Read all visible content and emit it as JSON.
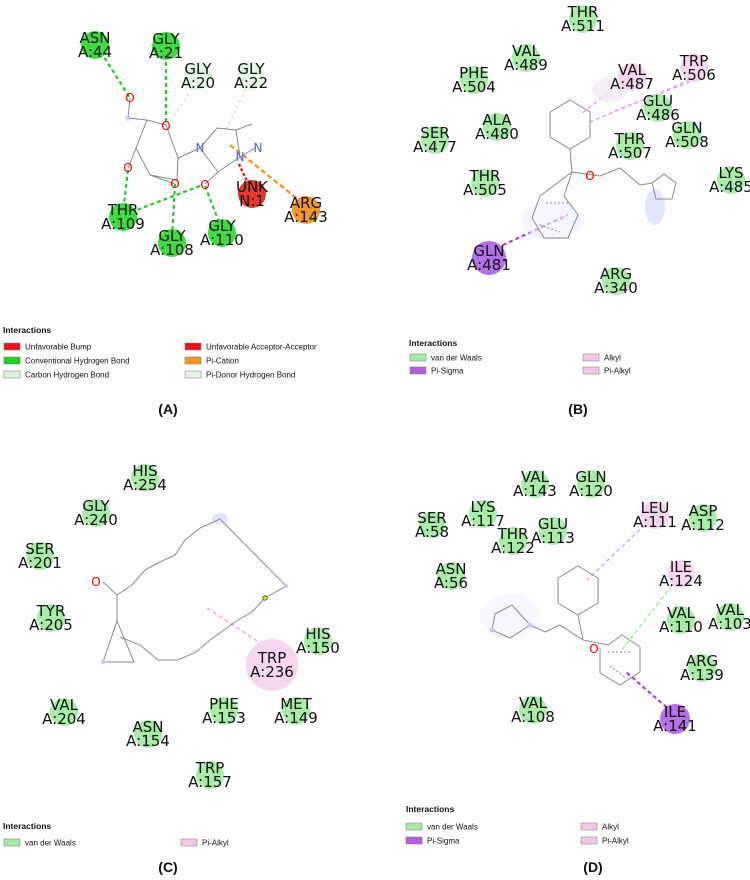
{
  "panels": [
    {
      "tag": "(A)",
      "atoms": {
        "o1": "O",
        "o2": "O",
        "o3": "O",
        "o4": "O",
        "o5": "O",
        "n1": "N",
        "n2": "N",
        "n3": "N"
      },
      "residues": [
        {
          "name": "ASN",
          "id": "A:44",
          "type": "Conventional Hydrogen Bond"
        },
        {
          "name": "GLY",
          "id": "A:21",
          "type": "Conventional Hydrogen Bond"
        },
        {
          "name": "GLY",
          "id": "A:20",
          "type": "Carbon Hydrogen Bond"
        },
        {
          "name": "GLY",
          "id": "A:22",
          "type": "Pi-Donor Hydrogen Bond"
        },
        {
          "name": "UNK",
          "id": "N:1",
          "type": "Unfavorable Acceptor-Acceptor"
        },
        {
          "name": "ARG",
          "id": "A:143",
          "type": "Pi-Cation"
        },
        {
          "name": "THR",
          "id": "A:109",
          "type": "Conventional Hydrogen Bond"
        },
        {
          "name": "GLY",
          "id": "A:108",
          "type": "Conventional Hydrogen Bond"
        },
        {
          "name": "GLY",
          "id": "A:110",
          "type": "Conventional Hydrogen Bond"
        }
      ],
      "legend": {
        "title": "Interactions",
        "items": [
          {
            "label": "Unfavorable Bump",
            "color": "#e8141c"
          },
          {
            "label": "Unfavorable Acceptor-Acceptor",
            "color": "#e8141c"
          },
          {
            "label": "Conventional Hydrogen Bond",
            "color": "#1fd41f"
          },
          {
            "label": "Pi-Cation",
            "color": "#f2961e"
          },
          {
            "label": "Carbon Hydrogen Bond",
            "color": "#d8f5d8"
          },
          {
            "label": "Pi-Donor Hydrogen Bond",
            "color": "#e2f7e2"
          }
        ]
      }
    },
    {
      "tag": "(B)",
      "atoms": {
        "o1": "O"
      },
      "residues": [
        {
          "name": "THR",
          "id": "A:511",
          "type": "van der Waals"
        },
        {
          "name": "VAL",
          "id": "A:489",
          "type": "van der Waals"
        },
        {
          "name": "VAL",
          "id": "A:487",
          "type": "Alkyl"
        },
        {
          "name": "TRP",
          "id": "A:506",
          "type": "Pi-Alkyl"
        },
        {
          "name": "PHE",
          "id": "A:504",
          "type": "van der Waals"
        },
        {
          "name": "GLU",
          "id": "A:486",
          "type": "van der Waals"
        },
        {
          "name": "ALA",
          "id": "A:480",
          "type": "van der Waals"
        },
        {
          "name": "SER",
          "id": "A:477",
          "type": "van der Waals"
        },
        {
          "name": "GLN",
          "id": "A:508",
          "type": "van der Waals"
        },
        {
          "name": "THR",
          "id": "A:507",
          "type": "van der Waals"
        },
        {
          "name": "LYS",
          "id": "A:485",
          "type": "van der Waals"
        },
        {
          "name": "THR",
          "id": "A:505",
          "type": "van der Waals"
        },
        {
          "name": "GLN",
          "id": "A:481",
          "type": "Pi-Sigma"
        },
        {
          "name": "ARG",
          "id": "A:340",
          "type": "van der Waals"
        }
      ],
      "legend": {
        "title": "Interactions",
        "items": [
          {
            "label": "van der Waals",
            "color": "#a6eba6"
          },
          {
            "label": "Alkyl",
            "color": "#f5c6ec"
          },
          {
            "label": "Pi-Sigma",
            "color": "#b65ee0"
          },
          {
            "label": "Pi-Alkyl",
            "color": "#f5c6ec"
          }
        ]
      }
    },
    {
      "tag": "(C)",
      "atoms": {
        "o1": "O"
      },
      "residues": [
        {
          "name": "HIS",
          "id": "A:254",
          "type": "van der Waals"
        },
        {
          "name": "GLY",
          "id": "A:240",
          "type": "van der Waals"
        },
        {
          "name": "SER",
          "id": "A:201",
          "type": "van der Waals"
        },
        {
          "name": "TYR",
          "id": "A:205",
          "type": "van der Waals"
        },
        {
          "name": "HIS",
          "id": "A:150",
          "type": "van der Waals"
        },
        {
          "name": "TRP",
          "id": "A:236",
          "type": "Pi-Alkyl"
        },
        {
          "name": "VAL",
          "id": "A:204",
          "type": "van der Waals"
        },
        {
          "name": "PHE",
          "id": "A:153",
          "type": "van der Waals"
        },
        {
          "name": "MET",
          "id": "A:149",
          "type": "van der Waals"
        },
        {
          "name": "ASN",
          "id": "A:154",
          "type": "van der Waals"
        },
        {
          "name": "TRP",
          "id": "A:157",
          "type": "van der Waals"
        }
      ],
      "legend": {
        "title": "Interactions",
        "items": [
          {
            "label": "van der Waals",
            "color": "#a6eba6"
          },
          {
            "label": "Pi-Alkyl",
            "color": "#f5c6ec"
          }
        ]
      }
    },
    {
      "tag": "(D)",
      "atoms": {
        "o1": "O"
      },
      "residues": [
        {
          "name": "VAL",
          "id": "A:143",
          "type": "van der Waals"
        },
        {
          "name": "GLN",
          "id": "A:120",
          "type": "van der Waals"
        },
        {
          "name": "SER",
          "id": "A:58",
          "type": "van der Waals"
        },
        {
          "name": "LYS",
          "id": "A:117",
          "type": "van der Waals"
        },
        {
          "name": "THR",
          "id": "A:122",
          "type": "van der Waals"
        },
        {
          "name": "GLU",
          "id": "A:113",
          "type": "van der Waals"
        },
        {
          "name": "LEU",
          "id": "A:111",
          "type": "Alkyl"
        },
        {
          "name": "ASP",
          "id": "A:112",
          "type": "van der Waals"
        },
        {
          "name": "ASN",
          "id": "A:56",
          "type": "van der Waals"
        },
        {
          "name": "ILE",
          "id": "A:124",
          "type": "Pi-Alkyl"
        },
        {
          "name": "VAL",
          "id": "A:110",
          "type": "van der Waals"
        },
        {
          "name": "VAL",
          "id": "A:103",
          "type": "van der Waals"
        },
        {
          "name": "ARG",
          "id": "A:139",
          "type": "van der Waals"
        },
        {
          "name": "VAL",
          "id": "A:108",
          "type": "van der Waals"
        },
        {
          "name": "ILE",
          "id": "A:141",
          "type": "Pi-Sigma"
        }
      ],
      "legend": {
        "title": "Interactions",
        "items": [
          {
            "label": "van der Waals",
            "color": "#a6eba6"
          },
          {
            "label": "Alkyl",
            "color": "#f5c6ec"
          },
          {
            "label": "Pi-Sigma",
            "color": "#b65ee0"
          },
          {
            "label": "Pi-Alkyl",
            "color": "#f5c6ec"
          }
        ]
      }
    }
  ],
  "type_styles": {
    "van der Waals": {
      "fill": "#a8eca8",
      "line": "#a8eca8"
    },
    "Conventional Hydrogen Bond": {
      "fill": "#3fdc3f",
      "line": "#22cc22"
    },
    "Carbon Hydrogen Bond": {
      "fill": "#e0f6e0",
      "line": "#cdeccd"
    },
    "Pi-Donor Hydrogen Bond": {
      "fill": "#e4f7e4",
      "line": "#cdeccd"
    },
    "Unfavorable Acceptor-Acceptor": {
      "fill": "#e23b2e",
      "line": "#e8141c"
    },
    "Pi-Cation": {
      "fill": "#f0982a",
      "line": "#f2961e"
    },
    "Alkyl": {
      "fill": "#f4d4ee",
      "line": "#f0a8e4"
    },
    "Pi-Alkyl": {
      "fill": "#f6d6f0",
      "line": "#f0a8e4"
    },
    "Pi-Sigma": {
      "fill": "#b470e6",
      "line": "#b040d8"
    }
  }
}
